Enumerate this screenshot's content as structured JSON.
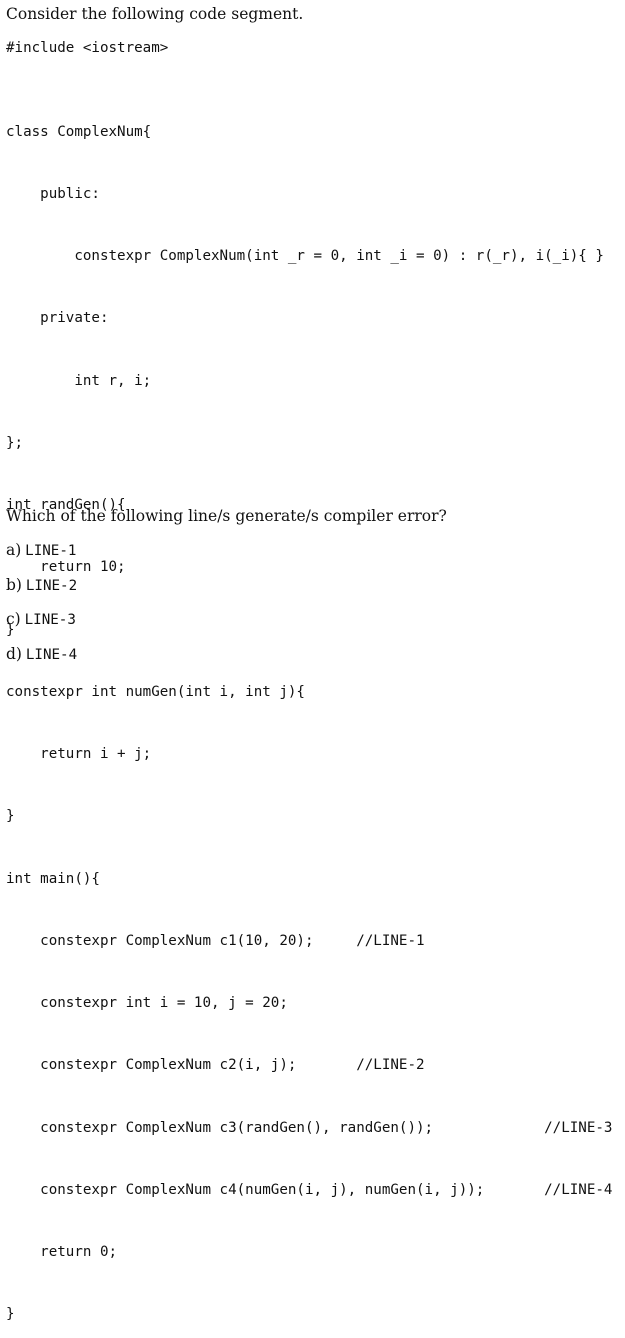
{
  "intro": "Consider the following code segment.",
  "include_line": "#include <iostream>",
  "code_lines": [
    "class ComplexNum{",
    "    public:",
    "        constexpr ComplexNum(int _r = 0, int _i = 0) : r(_r), i(_i){ }",
    "    private:",
    "        int r, i;",
    "};",
    "int randGen(){",
    "    return 10;",
    "}",
    "constexpr int numGen(int i, int j){",
    "    return i + j;",
    "}",
    "int main(){",
    "    constexpr ComplexNum c1(10, 20);     //LINE-1",
    "    constexpr int i = 10, j = 20;",
    "    constexpr ComplexNum c2(i, j);       //LINE-2",
    "    constexpr ComplexNum c3(randGen(), randGen());             //LINE-3",
    "    constexpr ComplexNum c4(numGen(i, j), numGen(i, j));       //LINE-4",
    "    return 0;",
    "}"
  ],
  "question": "Which of the following line/s generate/s compiler error?",
  "options": [
    {
      "label": "a)",
      "text": "LINE-1"
    },
    {
      "label": "b)",
      "text": "LINE-2"
    },
    {
      "label": "c)",
      "text": "LINE-3"
    },
    {
      "label": "d)",
      "text": "LINE-4"
    }
  ]
}
